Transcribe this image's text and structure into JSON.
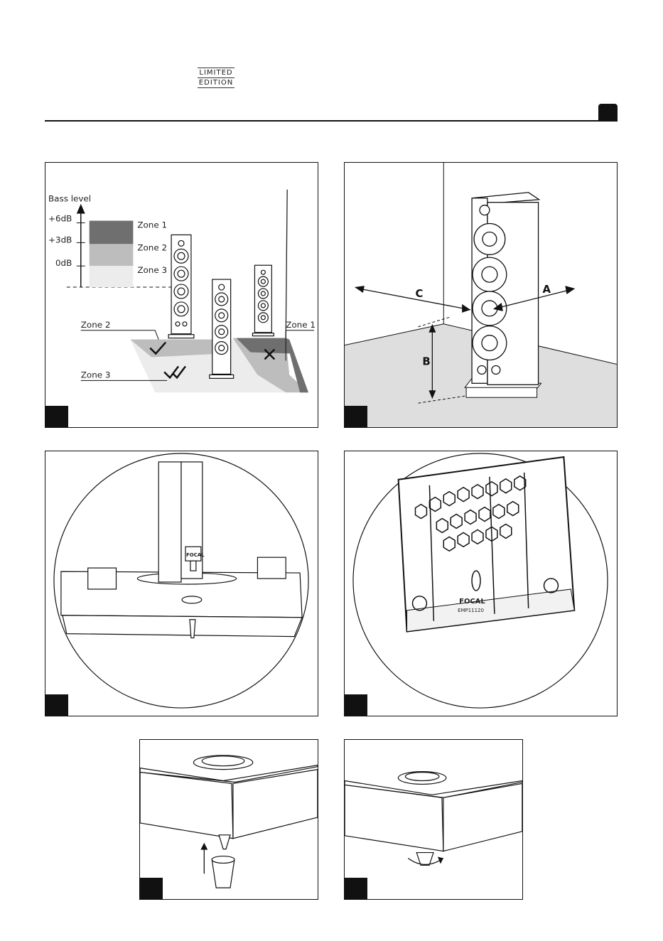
{
  "logo": {
    "line1": "LIMITED",
    "line2": "EDITION"
  },
  "figure1": {
    "axis_label": "Bass level",
    "levels": [
      "+6dB",
      "+3dB",
      "0dB"
    ],
    "zones": [
      "Zone 1",
      "Zone 2",
      "Zone 3"
    ],
    "floor_labels": {
      "zone2": "Zone 2",
      "zone3": "Zone 3",
      "zone1": "Zone 1"
    }
  },
  "figure2": {
    "labels": {
      "a": "A",
      "b": "B",
      "c": "C"
    }
  },
  "figure4": {
    "brand": "FOCAL",
    "part": "EMP11120"
  },
  "figure3": {
    "brand": "FOCAL"
  }
}
